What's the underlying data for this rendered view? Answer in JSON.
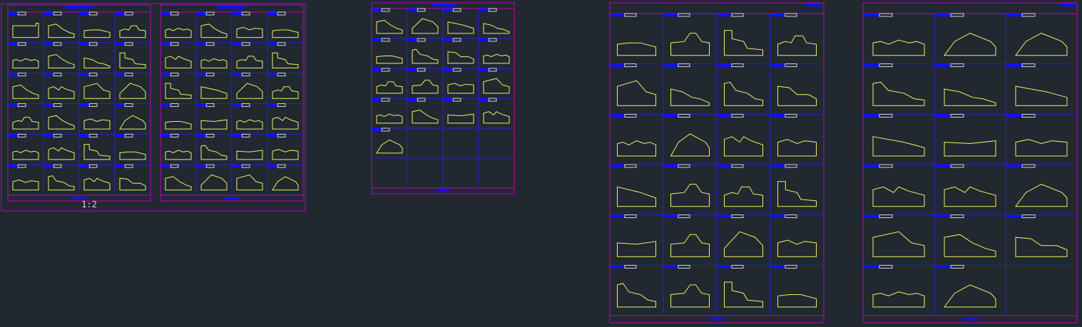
{
  "drawing": {
    "scale_label": "1:2",
    "colors": {
      "background": "#212830",
      "sheet_border": "#c000c0",
      "grid_line": "#2222dd",
      "title_block": "#1010ff",
      "tag_white": "#ffffff",
      "profile_stroke": "#f0f060"
    },
    "sheets": [
      {
        "name": "sheet-1",
        "cols": 4,
        "rows": 6,
        "profiles": 24
      },
      {
        "name": "sheet-2",
        "cols": 4,
        "rows": 6,
        "profiles": 24
      },
      {
        "name": "sheet-3",
        "cols": 4,
        "rows": 6,
        "profiles": 17
      },
      {
        "name": "sheet-4",
        "cols": 4,
        "rows": 6,
        "profiles": 24
      },
      {
        "name": "sheet-5",
        "cols": 3,
        "rows": 6,
        "profiles": 17
      }
    ]
  }
}
